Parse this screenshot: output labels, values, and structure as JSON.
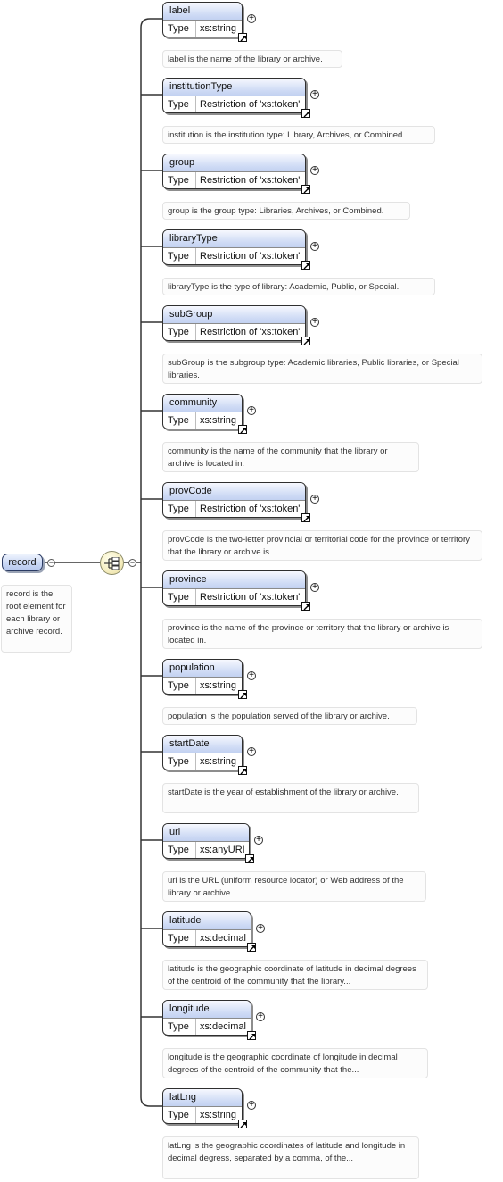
{
  "root": {
    "label": "record",
    "description": "record is the root element for each library or archive record."
  },
  "type_label": "Type",
  "elements": [
    {
      "name": "label",
      "type": "xs:string",
      "description": "label is the name of the library or archive."
    },
    {
      "name": "institutionType",
      "type": "Restriction of 'xs:token'",
      "description": "institution is the institution type: Library, Archives, or Combined."
    },
    {
      "name": "group",
      "type": "Restriction of 'xs:token'",
      "description": "group is the group type: Libraries, Archives, or Combined."
    },
    {
      "name": "libraryType",
      "type": "Restriction of 'xs:token'",
      "description": "libraryType is the type of library: Academic, Public, or Special."
    },
    {
      "name": "subGroup",
      "type": "Restriction of 'xs:token'",
      "description": "subGroup is the subgroup type: Academic libraries, Public libraries, or Special libraries."
    },
    {
      "name": "community",
      "type": "xs:string",
      "description": "community is the name of the community that the library or archive is located in."
    },
    {
      "name": "provCode",
      "type": "Restriction of 'xs:token'",
      "description": "provCode is the two-letter provincial or territorial code for the province or territory that the library or archive is..."
    },
    {
      "name": "province",
      "type": "Restriction of 'xs:token'",
      "description": "province is the name of the province or territory that the library or archive is located in."
    },
    {
      "name": "population",
      "type": "xs:string",
      "description": "population is the population served of the library or archive."
    },
    {
      "name": "startDate",
      "type": "xs:string",
      "description": "startDate is the year of establishment of the library or archive."
    },
    {
      "name": "url",
      "type": "xs:anyURI",
      "description": "url is the URL (uniform resource locator) or Web address of the library or archive."
    },
    {
      "name": "latitude",
      "type": "xs:decimal",
      "description": "latitude is the geographic coordinate of latitude in decimal degrees of the centroid of the community that the library..."
    },
    {
      "name": "longitude",
      "type": "xs:decimal",
      "description": "longitude is the geographic coordinate of longitude in decimal degrees of the centroid of the community that the..."
    },
    {
      "name": "latLng",
      "type": "xs:string",
      "description": "latLng is the geographic coordinates of latitude and longitude in decimal degress, separated by a comma, of the..."
    }
  ]
}
